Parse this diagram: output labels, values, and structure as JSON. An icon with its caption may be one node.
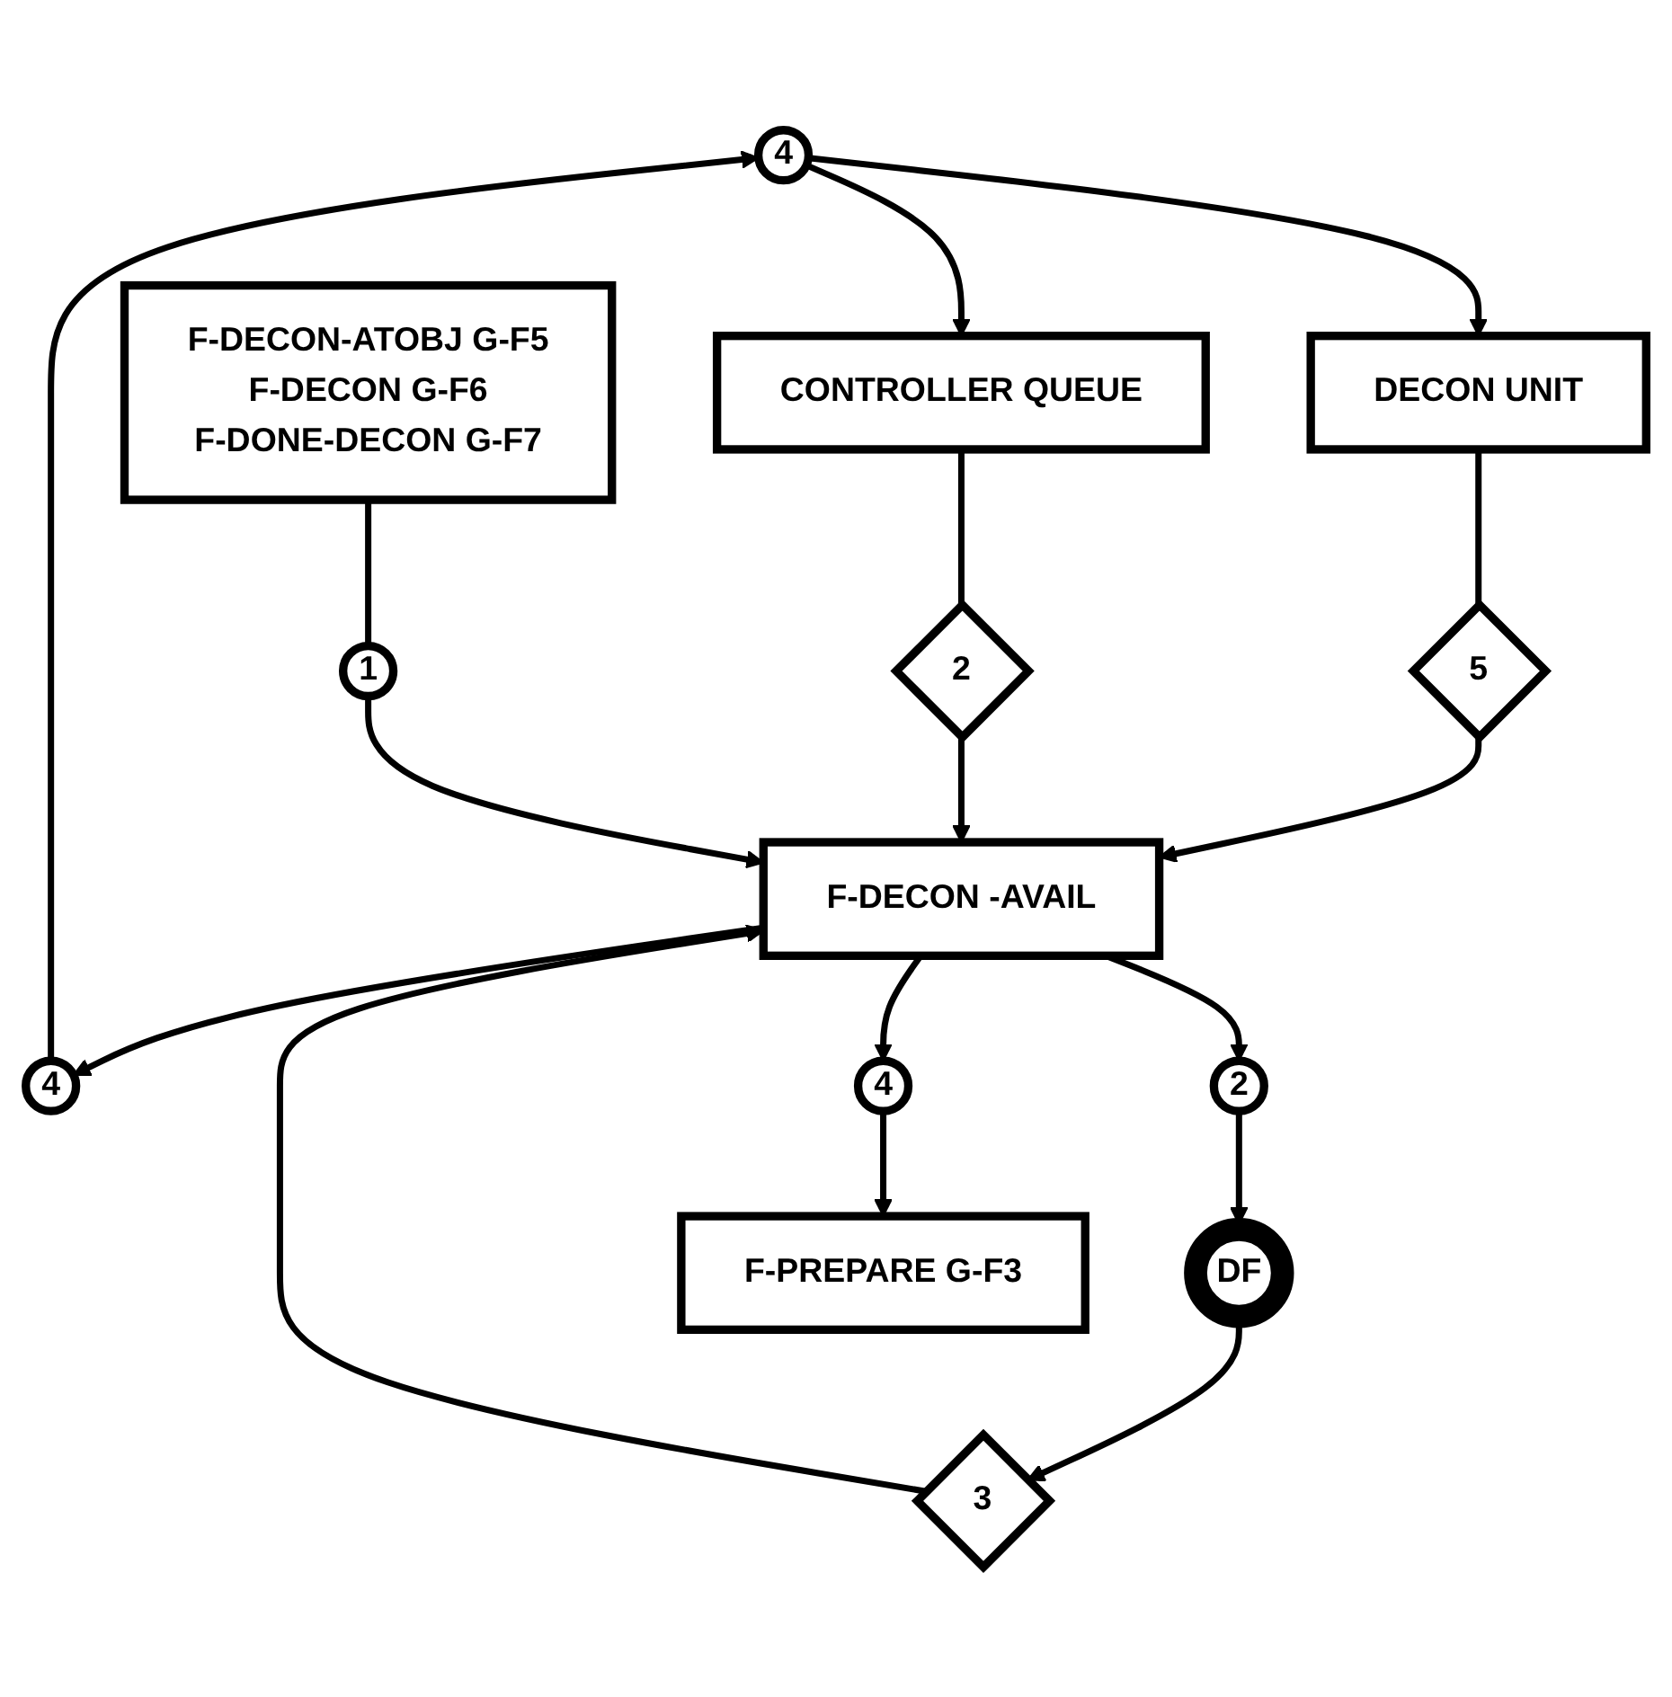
{
  "diagram": {
    "nodes": [
      {
        "text": [
          "4"
        ]
      },
      {
        "text": [
          "F-DECON-ATOBJ G-F5",
          "F-DECON G-F6",
          "F-DONE-DECON G-F7"
        ]
      },
      {
        "text": [
          "DECON UNIT"
        ]
      },
      {
        "text": [
          "CONTROLLER QUEUE"
        ]
      },
      {
        "text": [
          "5"
        ]
      },
      {
        "text": [
          "2"
        ]
      },
      {
        "text": [
          "1"
        ]
      },
      {
        "text": [
          "F-DECON -AVAIL"
        ]
      },
      {
        "text": [
          "4"
        ]
      },
      {
        "text": [
          "2"
        ]
      },
      {
        "text": [
          "DF"
        ]
      },
      {
        "text": [
          "3"
        ]
      },
      {
        "text": [
          "4"
        ]
      },
      {
        "text": [
          "F-PREPARE G-F3"
        ]
      }
    ],
    "edges": [
      {
        "from": 0,
        "to": 2,
        "arrow": "to"
      },
      {
        "from": 0,
        "to": 3,
        "arrow": "to"
      },
      {
        "from": 2,
        "to": 4,
        "arrow": "none"
      },
      {
        "from": 3,
        "to": 5,
        "arrow": "none"
      },
      {
        "from": 4,
        "to": 7,
        "arrow": "to"
      },
      {
        "from": 5,
        "to": 7,
        "arrow": "to"
      },
      {
        "from": 1,
        "to": 6,
        "arrow": "none"
      },
      {
        "from": 6,
        "to": 7,
        "arrow": "to"
      },
      {
        "from": 7,
        "to": 8,
        "arrow": "to"
      },
      {
        "from": 8,
        "to": 0,
        "arrow": "to"
      },
      {
        "from": 7,
        "to": 9,
        "arrow": "to"
      },
      {
        "from": 9,
        "to": 10,
        "arrow": "to"
      },
      {
        "from": 10,
        "to": 11,
        "arrow": "to"
      },
      {
        "from": 11,
        "to": 7,
        "arrow": "to"
      },
      {
        "from": 7,
        "to": 12,
        "arrow": "to"
      },
      {
        "from": 12,
        "to": 13,
        "arrow": "to"
      }
    ]
  }
}
